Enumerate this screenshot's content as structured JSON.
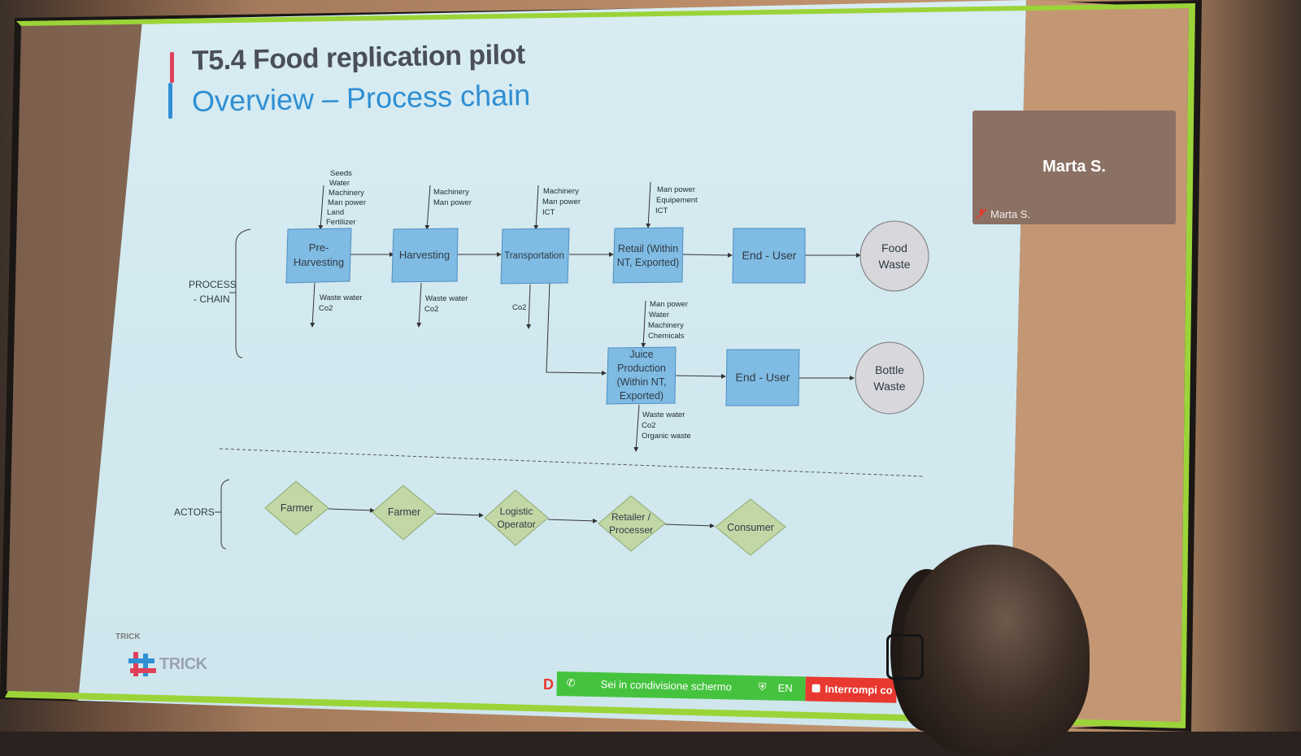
{
  "slide": {
    "title": "T5.4 Food replication pilot",
    "subtitle": "Overview – Process chain",
    "colors": {
      "title_accent_top": "#e0405a",
      "title_accent_bottom": "#2f8fd3",
      "box_fill": "#7fbbe3",
      "diamond_fill": "#c2d7a6",
      "circle_fill": "#d7d7dc"
    }
  },
  "process_chain": {
    "label_line1": "PROCESS",
    "label_line2": "- CHAIN",
    "boxes": {
      "pre_harvesting": {
        "line1": "Pre-",
        "line2": "Harvesting"
      },
      "harvesting": "Harvesting",
      "transportation": "Transportation",
      "retail": {
        "line1": "Retail (Within",
        "line2": "NT, Exported)"
      },
      "end_user_1": "End - User",
      "juice": {
        "line1": "Juice",
        "line2": "Production",
        "line3": "(Within NT,",
        "line4": "Exported)"
      },
      "end_user_2": "End - User"
    },
    "circles": {
      "food_waste": {
        "line1": "Food",
        "line2": "Waste"
      },
      "bottle_waste": {
        "line1": "Bottle",
        "line2": "Waste"
      }
    },
    "inputs": {
      "pre_harvesting": [
        "Seeds",
        "Water",
        "Machinery",
        "Man power",
        "Land",
        "Fertilizer"
      ],
      "harvesting": [
        "Machinery",
        "Man power"
      ],
      "transportation": [
        "Machinery",
        "Man power",
        "ICT"
      ],
      "retail": [
        "Man power",
        "Equipement",
        "ICT"
      ],
      "juice": [
        "Man power",
        "Water",
        "Machinery",
        "Chemicals"
      ]
    },
    "outputs": {
      "pre_harvesting": [
        "Waste water",
        "Co2"
      ],
      "harvesting": [
        "Waste water",
        "Co2"
      ],
      "transportation": [
        "Co2"
      ],
      "juice": [
        "Waste water",
        "Co2",
        "Organic waste"
      ]
    }
  },
  "actors": {
    "label": "ACTORS",
    "items": {
      "farmer_1": "Farmer",
      "farmer_2": "Farmer",
      "logistic": {
        "line1": "Logistic",
        "line2": "Operator"
      },
      "retailer": {
        "line1": "Retailer /",
        "line2": "Processer"
      },
      "consumer": "Consumer"
    }
  },
  "logo": {
    "small": "TRICK",
    "main": "TRICK"
  },
  "participant": {
    "name": "Marta S.",
    "tag": "Marta S."
  },
  "share_bar": {
    "letter": "D",
    "status": "Sei in condivisione schermo",
    "lang": "EN",
    "stop": "Interrompi co"
  }
}
